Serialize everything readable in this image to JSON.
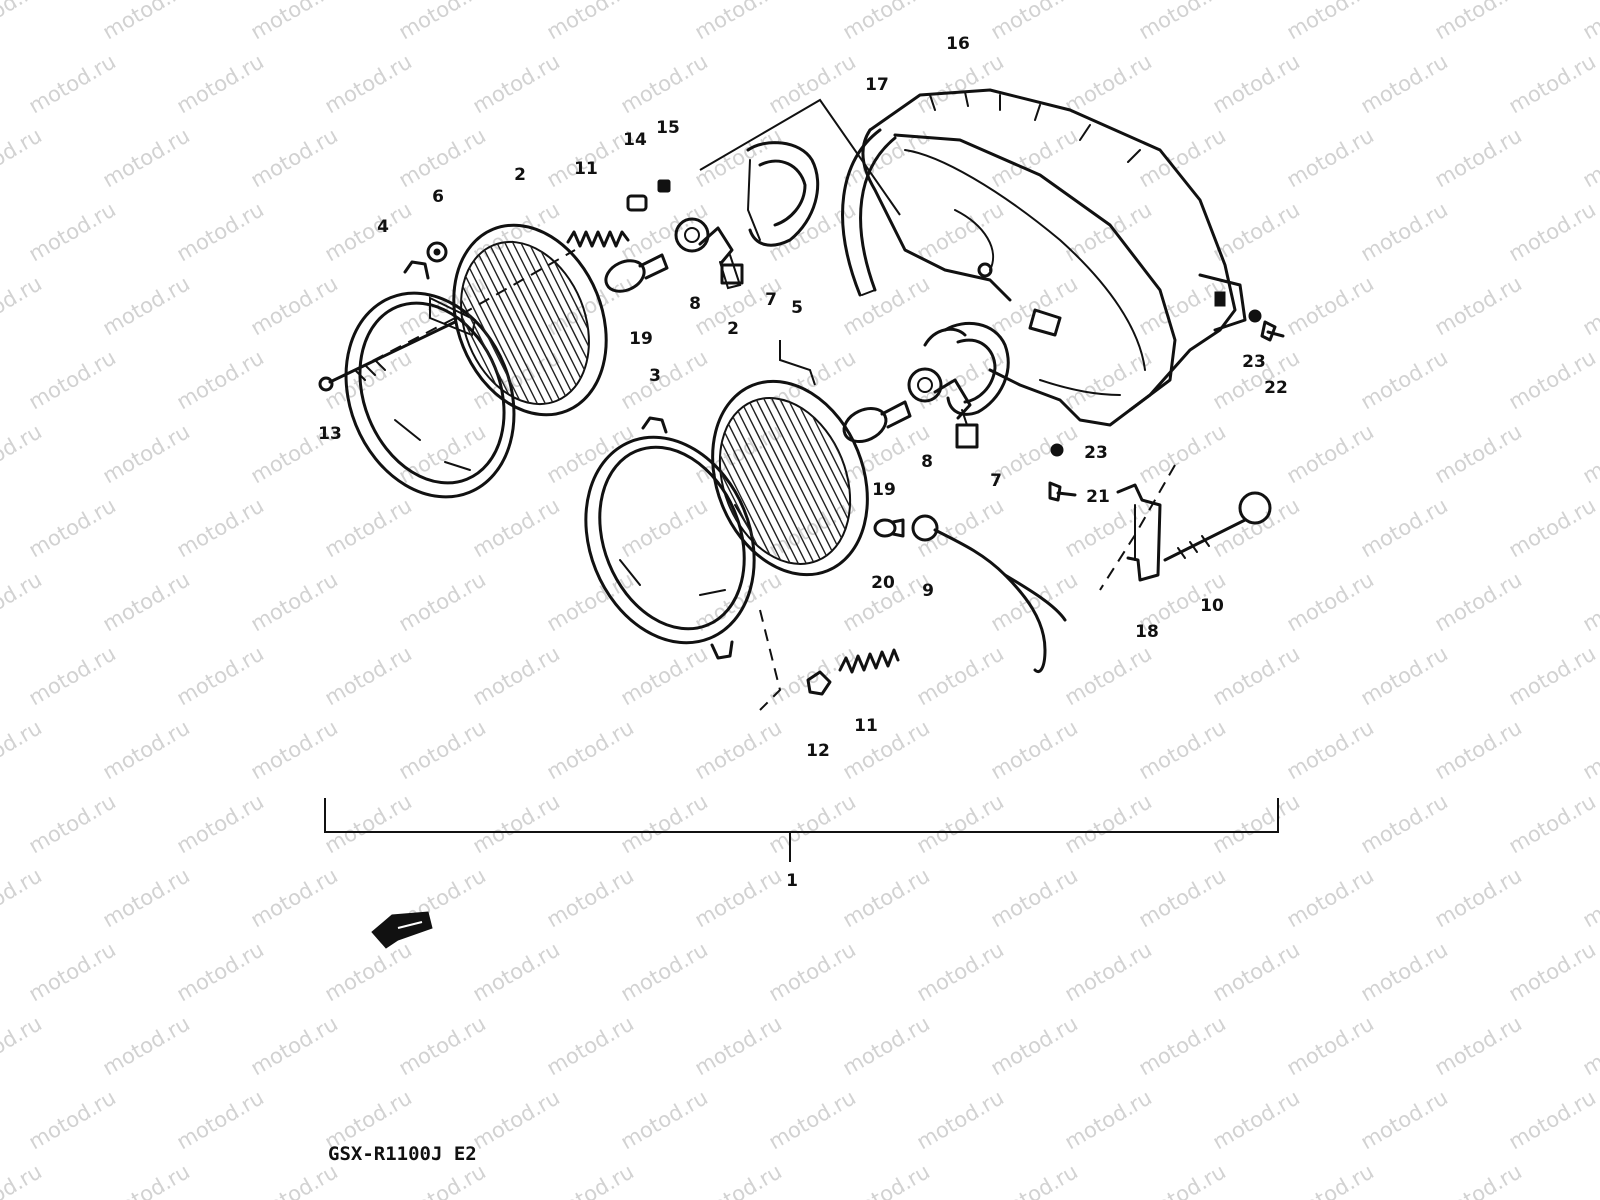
{
  "watermark": {
    "text": "motod.ru",
    "color": "#d2d2d2"
  },
  "diagram": {
    "model_label": "GSX-R1100J E2",
    "callouts": {
      "c1": "1",
      "c2a": "2",
      "c2b": "2",
      "c3": "3",
      "c4": "4",
      "c5": "5",
      "c6": "6",
      "c7a": "7",
      "c7b": "7",
      "c8a": "8",
      "c8b": "8",
      "c9": "9",
      "c10": "10",
      "c11a": "11",
      "c11b": "11",
      "c12": "12",
      "c13": "13",
      "c14": "14",
      "c15": "15",
      "c16": "16",
      "c17": "17",
      "c18": "18",
      "c19a": "19",
      "c19b": "19",
      "c20": "20",
      "c21": "21",
      "c22": "22",
      "c23a": "23",
      "c23b": "23"
    },
    "icons": {
      "front_arrow": "front-direction-arrow-icon"
    },
    "colors": {
      "line": "#111111",
      "background": "#ffffff"
    }
  }
}
